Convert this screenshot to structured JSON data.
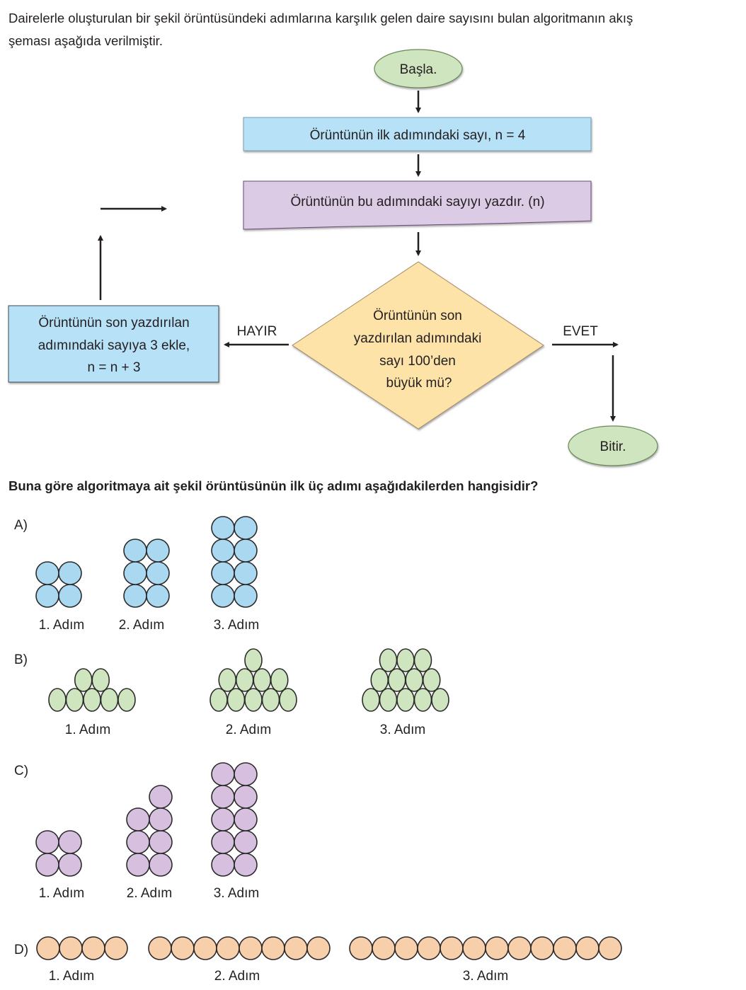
{
  "intro": {
    "line1": "Dairelerle oluşturulan bir şekil örüntüsündeki adımlarına karşılık gelen daire sayısını bulan algoritmanın akış",
    "line2": "şeması aşağıda verilmiştir."
  },
  "flowchart": {
    "start": "Başla.",
    "init": "Örüntünün ilk adımındaki sayı, n = 4",
    "print": "Örüntünün bu adımındaki sayıyı yazdır. (n)",
    "decision": [
      "Örüntünün son",
      "yazdırılan adımındaki",
      "sayı 100’den",
      "büyük mü?"
    ],
    "no_label": "HAYIR",
    "yes_label": "EVET",
    "increment": [
      "Örüntünün son yazdırılan",
      "adımındaki sayıya 3 ekle,",
      "n = n + 3"
    ],
    "end": "Bitir."
  },
  "question": "Buna göre algoritmaya ait şekil örüntüsünün ilk üç adımı aşağıdakilerden hangisidir?",
  "options": [
    {
      "letter": "A)",
      "color": "#a9d8f0",
      "steps": [
        "1. Adım",
        "2. Adım",
        "3. Adım"
      ],
      "circle_counts": [
        4,
        6,
        8
      ]
    },
    {
      "letter": "B)",
      "color": "#cfe5bf",
      "steps": [
        "1. Adım",
        "2. Adım",
        "3. Adım"
      ],
      "circle_counts": [
        7,
        10,
        12
      ]
    },
    {
      "letter": "C)",
      "color": "#d7bfdf",
      "steps": [
        "1. Adım",
        "2. Adım",
        "3. Adım"
      ],
      "circle_counts": [
        4,
        7,
        10
      ]
    },
    {
      "letter": "D)",
      "color": "#f8cfab",
      "steps": [
        "1. Adım",
        "2. Adım",
        "3. Adım"
      ],
      "circle_counts": [
        4,
        8,
        12
      ]
    }
  ],
  "colors": {
    "terminal": "#cfe5bf",
    "process": "#b7e1f6",
    "io": "#dccbe4",
    "decision": "#fde3a8",
    "arrow": "#231f20"
  }
}
